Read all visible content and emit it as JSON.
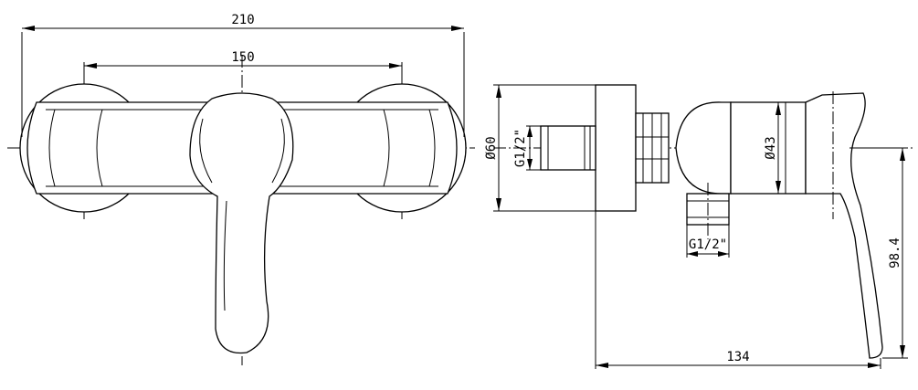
{
  "front_view": {
    "dim_overall_width": "210",
    "dim_mount_centers": "150"
  },
  "side_view": {
    "dim_body_diameter": "Ø60",
    "dim_inlet_thread": "G1/2\"",
    "dim_handle_diameter": "Ø43",
    "dim_outlet_thread": "G1/2\"",
    "dim_height": "98.4",
    "dim_depth": "134"
  }
}
